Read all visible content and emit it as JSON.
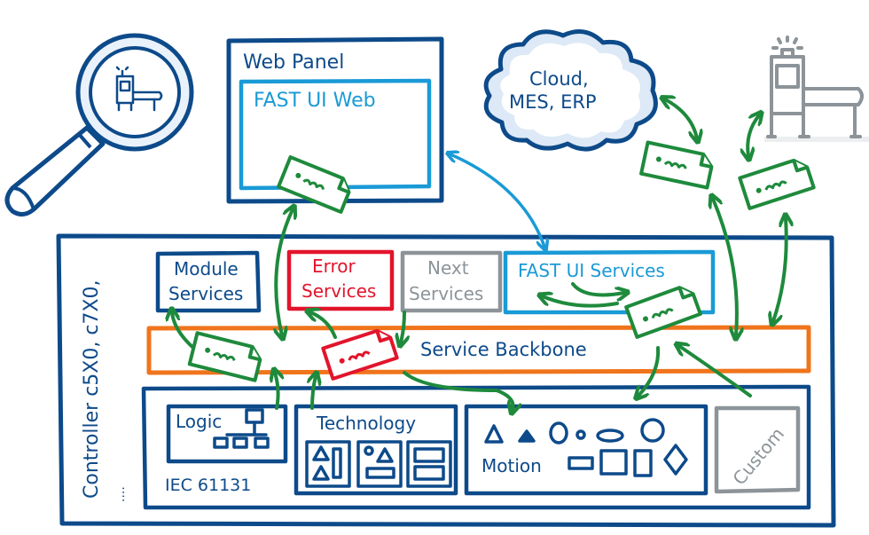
{
  "diagram": {
    "web_panel": {
      "label": "Web Panel",
      "inner_label": "FAST UI Web"
    },
    "cloud": {
      "line1": "Cloud,",
      "line2": "MES, ERP"
    },
    "controller": {
      "label": "Controller c5X0, c7X0,",
      "ellipsis": "...."
    },
    "services": [
      {
        "id": "module",
        "line1": "Module",
        "line2": "Services",
        "color": "#0d4a8a"
      },
      {
        "id": "error",
        "line1": "Error",
        "line2": "Services",
        "color": "#e2142c"
      },
      {
        "id": "next",
        "line1": "Next",
        "line2": "Services",
        "color": "#8c9499"
      },
      {
        "id": "fast-ui",
        "line1": "FAST UI Services",
        "color": "#1a9ad6"
      }
    ],
    "backbone": {
      "label": "Service Backbone",
      "color": "#f0741c"
    },
    "runtime": {
      "logic": {
        "label": "Logic",
        "sub": "IEC 61131"
      },
      "technology": {
        "label": "Technology"
      },
      "motion": {
        "label": "Motion"
      },
      "custom": {
        "label": "Custom"
      }
    },
    "icons": {
      "magnifier": "magnifier-machine-icon",
      "machine": "machine-icon",
      "message": "message-envelope-icon"
    },
    "colors": {
      "navy": "#0d4a8a",
      "sky": "#1a9ad6",
      "green": "#1e8a3c",
      "red": "#e2142c",
      "orange": "#f0741c",
      "grey": "#8c9499"
    }
  }
}
